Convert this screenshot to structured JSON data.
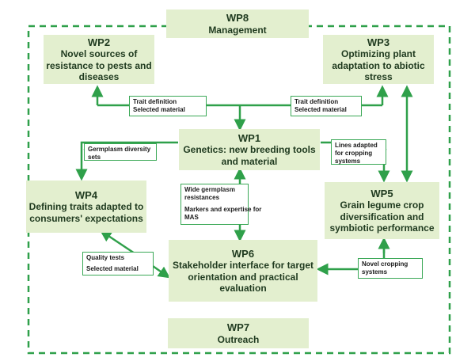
{
  "wps": {
    "wp8": {
      "id": "WP8",
      "title": "Management"
    },
    "wp2": {
      "id": "WP2",
      "title": "Novel sources of resistance to pests and diseases"
    },
    "wp3": {
      "id": "WP3",
      "title": "Optimizing plant adaptation to abiotic stress"
    },
    "wp1": {
      "id": "WP1",
      "title": "Genetics: new breeding tools and material"
    },
    "wp4": {
      "id": "WP4",
      "title": "Defining traits adapted to consumers' expectations"
    },
    "wp5": {
      "id": "WP5",
      "title": "Grain legume crop diversification and symbiotic performance"
    },
    "wp6": {
      "id": "WP6",
      "title": "Stakeholder interface for target orientation and practical evaluation"
    },
    "wp7": {
      "id": "WP7",
      "title": "Outreach"
    }
  },
  "notes": {
    "left_top": {
      "line1": "Trait definition",
      "line2": "Selected material"
    },
    "right_top": {
      "line1": "Trait definition",
      "line2": "Selected material"
    },
    "germplasm": {
      "line1": "Germplasm diversity",
      "line2": "sets"
    },
    "lines_adapted": {
      "line1": "Lines adapted",
      "line2": "for cropping",
      "line3": "systems"
    },
    "wide": {
      "line1": "Wide germplasm",
      "line2": "resistances",
      "line3": "Markers and expertise for",
      "line4": "MAS"
    },
    "quality": {
      "line1": "Quality tests",
      "line2": "Selected material"
    },
    "novel": {
      "line1": "Novel cropping",
      "line2": "systems"
    }
  },
  "colors": {
    "arrow": "#2fa04a",
    "box_fill": "#e3efcf",
    "dashed_border": "#2fa04a"
  }
}
